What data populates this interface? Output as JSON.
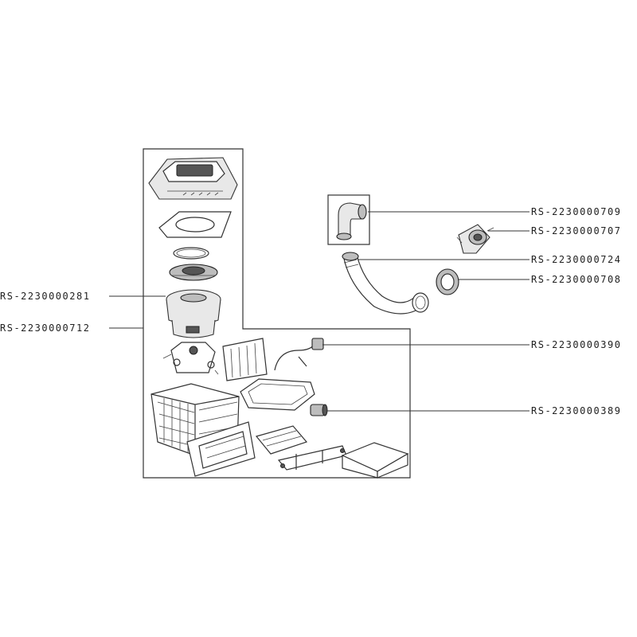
{
  "parts": [
    {
      "id": "motor",
      "reference": "RS-2230000281"
    },
    {
      "id": "housing-frame",
      "reference": "RS-2230000712"
    },
    {
      "id": "elbow-connector",
      "reference": "RS-2230000709"
    },
    {
      "id": "valve-connector",
      "reference": "RS-2230000707"
    },
    {
      "id": "flexible-hose",
      "reference": "RS-2230000724"
    },
    {
      "id": "hose-ring",
      "reference": "RS-2230000708"
    },
    {
      "id": "cable-assembly",
      "reference": "RS-2230000390"
    },
    {
      "id": "small-coupling",
      "reference": "RS-2230000389"
    }
  ]
}
